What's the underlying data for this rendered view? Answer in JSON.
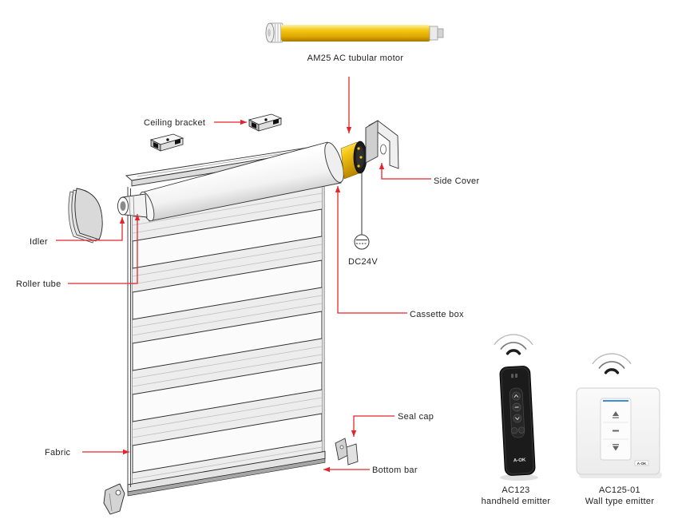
{
  "motor": {
    "label": "AM25 AC tubular motor"
  },
  "labels": {
    "ceiling_bracket": "Ceiling bracket",
    "side_cover": "Side Cover",
    "idler": "Idler",
    "roller_tube": "Roller tube",
    "dc24v": "DC24V",
    "cassette_box": "Cassette box",
    "seal_cap": "Seal cap",
    "fabric": "Fabric",
    "bottom_bar": "Bottom bar"
  },
  "emitters": [
    {
      "model": "AC123",
      "type": "handheld emitter",
      "logo": "A-OK"
    },
    {
      "model": "AC125-01",
      "type": "Wall type emitter",
      "logo": "A-OK"
    }
  ],
  "colors": {
    "callout": "#e4262c",
    "motor": "#f2c40f",
    "wall_emitter_accent": "#3b8de0",
    "handheld_body": "#1b1b1b"
  },
  "icons": [
    "wifi-signal-icon",
    "up-arrow-icon",
    "stop-icon",
    "down-arrow-icon"
  ]
}
